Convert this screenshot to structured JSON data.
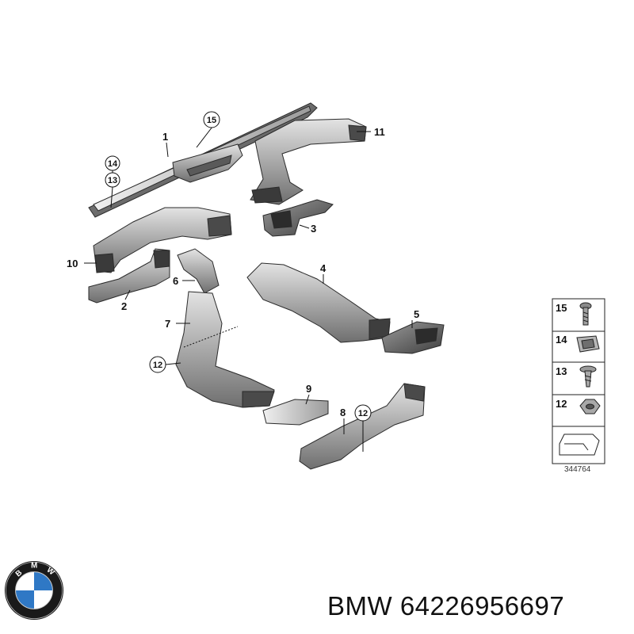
{
  "diagram": {
    "callouts": {
      "c1": "1",
      "c2": "2",
      "c3": "3",
      "c4": "4",
      "c5": "5",
      "c6": "6",
      "c7": "7",
      "c8": "8",
      "c9": "9",
      "c10": "10",
      "c11": "11",
      "c15": "15",
      "c14": "14",
      "c13": "13",
      "c12a": "12",
      "c12b": "12"
    },
    "legend": [
      {
        "number": "15",
        "icon": "torx-screw-icon"
      },
      {
        "number": "14",
        "icon": "clip-nut-icon"
      },
      {
        "number": "13",
        "icon": "flange-screw-icon"
      },
      {
        "number": "12",
        "icon": "hex-nut-icon"
      }
    ],
    "reference_number": "344764"
  },
  "logo": {
    "brand": "BMW",
    "letters": [
      "B",
      "M",
      "W"
    ],
    "colors": {
      "blue": "#2f78c5",
      "white": "#ffffff",
      "ring": "#1a1a1a"
    }
  },
  "caption": {
    "text": "BMW 64226956697"
  }
}
